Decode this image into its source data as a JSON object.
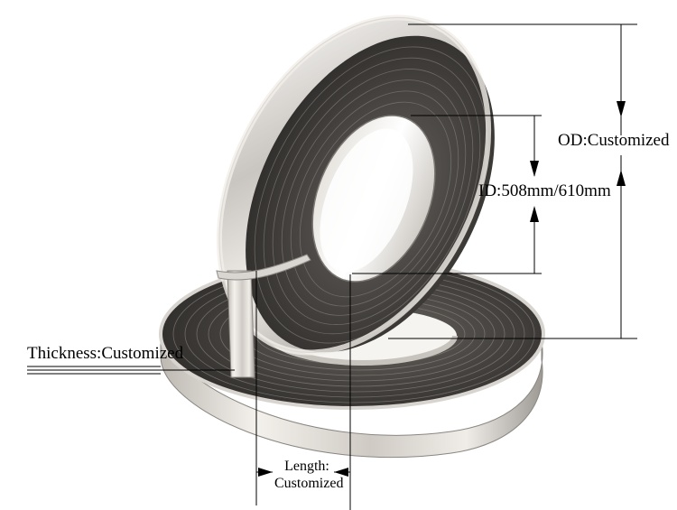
{
  "annotations": {
    "od": "OD:Customized",
    "id": "ID:508mm/610mm",
    "thickness": "Thickness:Customized",
    "length_line1": "Length:",
    "length_line2": "Customized"
  },
  "colors": {
    "background": "#ffffff",
    "steel_light": "#e6e3df",
    "steel_mid": "#a8a5a1",
    "steel_dark": "#3a3836",
    "annotation_line": "#000000"
  }
}
